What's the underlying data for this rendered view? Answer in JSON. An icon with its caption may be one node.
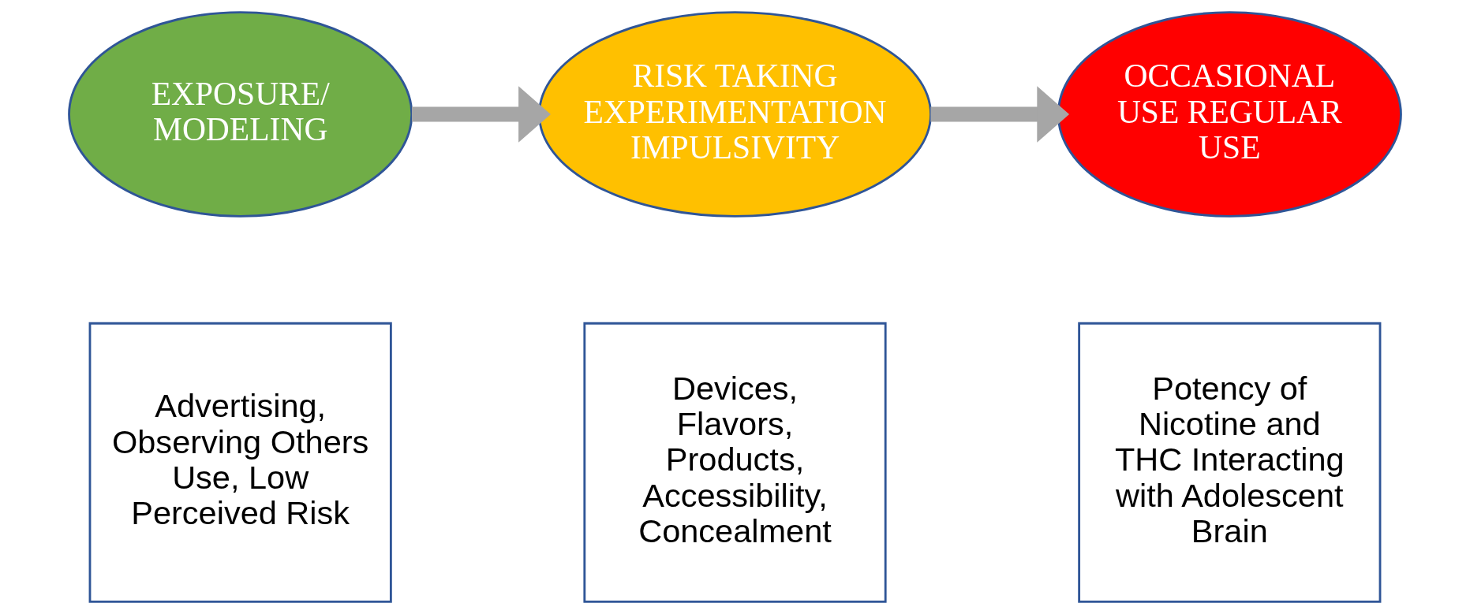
{
  "diagram": {
    "nodes": [
      {
        "text": [
          "EXPOSURE/ MODELING"
        ]
      },
      {
        "text": [
          "RISK TAKING EXPERIMENTATION IMPULSIVITY"
        ]
      },
      {
        "text": [
          "OCCASIONAL USE REGULAR USE"
        ]
      },
      {
        "text": [
          "Advertising, Observing Others Use, Low Perceived Risk"
        ]
      },
      {
        "text": [
          "Devices, Flavors, Products, Accessibility, Concealment"
        ]
      },
      {
        "text": [
          "Potency of Nicotine and THC Interacting with Adolescent Brain"
        ]
      }
    ],
    "edges": [
      {
        "from": 0,
        "to": 1,
        "arrow": "to"
      },
      {
        "from": 1,
        "to": 2,
        "arrow": "to"
      }
    ]
  }
}
